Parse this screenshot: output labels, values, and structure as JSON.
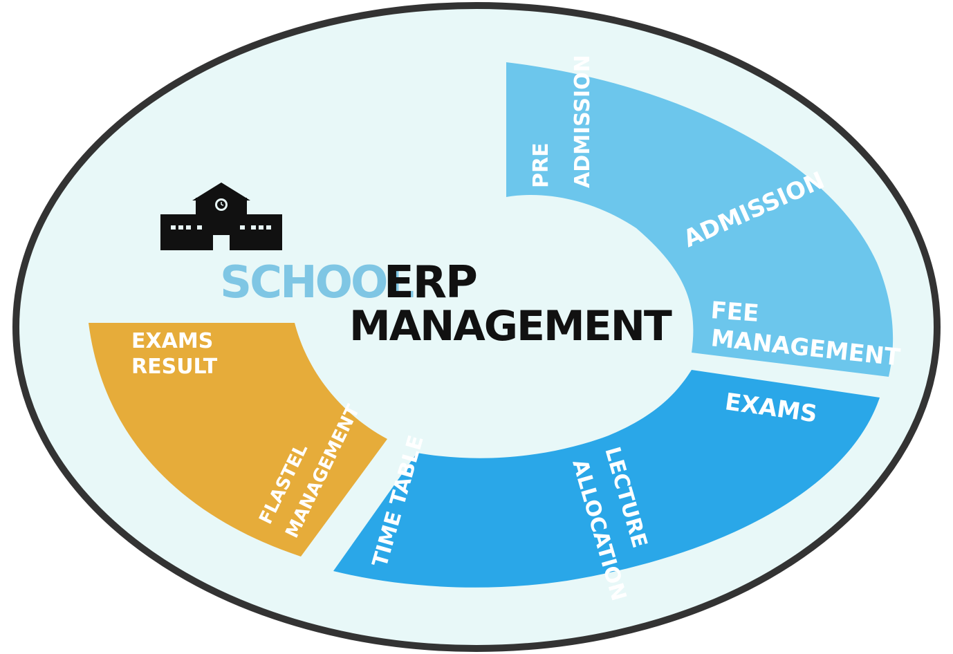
{
  "title": {
    "school": "SCHOOL",
    "erp": "ERP",
    "management": "MANAGEMENT"
  },
  "segments": {
    "pre_admission": [
      "PRE",
      "ADMISSION"
    ],
    "admission": "ADMISSION",
    "fee_management": [
      "FEE",
      "MANAGEMENT"
    ],
    "exams": "EXAMS",
    "lecture_allocation": [
      "LECTURE",
      "ALLOCATION"
    ],
    "time_table": "TIME TABLE",
    "flastel_management": [
      "FLASTEL",
      "MANAGEMENT"
    ],
    "exams_result": [
      "EXAMS",
      "RESULT"
    ]
  },
  "icons": {
    "school_building": "school-building-icon"
  },
  "colors": {
    "background": "#ffffff",
    "ellipse_fill": "#e8f8f8",
    "ellipse_border": "#333333",
    "light_blue": "#6cc6ec",
    "mid_blue": "#2aa7e8",
    "orange": "#e6ac3a",
    "school_text": "#7fc6e4",
    "dark_text": "#111111"
  }
}
